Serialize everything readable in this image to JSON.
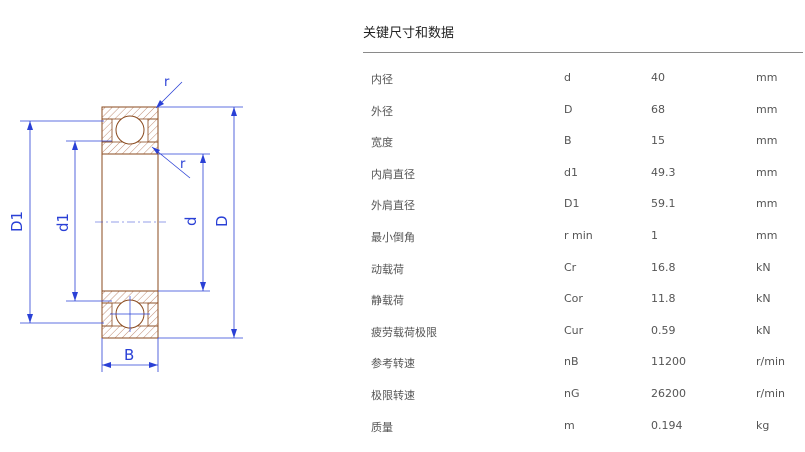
{
  "spec": {
    "title": "关键尺寸和数据",
    "rows": [
      {
        "name": "内径",
        "symbol": "d",
        "value": "40",
        "unit": "mm"
      },
      {
        "name": "外径",
        "symbol": "D",
        "value": "68",
        "unit": "mm"
      },
      {
        "name": "宽度",
        "symbol": "B",
        "value": "15",
        "unit": "mm"
      },
      {
        "name": "内肩直径",
        "symbol": "d1",
        "value": "49.3",
        "unit": "mm"
      },
      {
        "name": "外肩直径",
        "symbol": "D1",
        "value": "59.1",
        "unit": "mm"
      },
      {
        "name": "最小倒角",
        "symbol": "r min",
        "value": "1",
        "unit": "mm"
      },
      {
        "name": "动载荷",
        "symbol": "Cr",
        "value": "16.8",
        "unit": "kN"
      },
      {
        "name": "静载荷",
        "symbol": "Cor",
        "value": "11.8",
        "unit": "kN"
      },
      {
        "name": "疲劳载荷极限",
        "symbol": "Cur",
        "value": "0.59",
        "unit": "kN"
      },
      {
        "name": "参考转速",
        "symbol": "nB",
        "value": "11200",
        "unit": "r/min"
      },
      {
        "name": "极限转速",
        "symbol": "nG",
        "value": "26200",
        "unit": "r/min"
      },
      {
        "name": "质量",
        "symbol": "m",
        "value": "0.194",
        "unit": "kg"
      }
    ]
  },
  "drawing": {
    "labels": {
      "D1": "D1",
      "d1": "d1",
      "d": "d",
      "D": "D",
      "B": "B",
      "r_top": "r",
      "r_mid": "r"
    },
    "colors": {
      "outline": "#8a4a1e",
      "dimension": "#2a40d6",
      "hatch": "#b07050"
    }
  }
}
